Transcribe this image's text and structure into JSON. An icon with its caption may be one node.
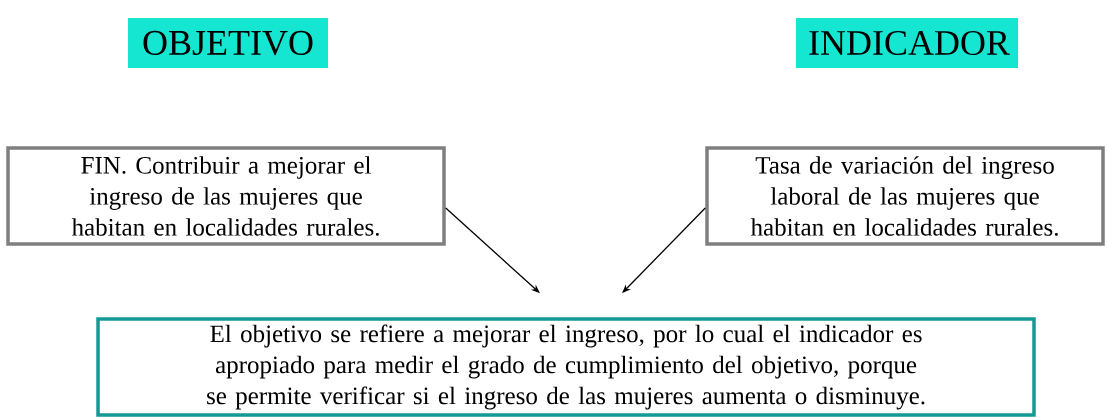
{
  "diagram": {
    "nodes": [
      {
        "text": [
          "OBJETIVO"
        ]
      },
      {
        "text": [
          "INDICADOR"
        ]
      },
      {
        "text": [
          "FIN. Contribuir a mejorar el ingreso de las mujeres que habitan en localidades rurales."
        ]
      },
      {
        "text": [
          "Tasa de variación del ingreso laboral de las mujeres que habitan en localidades rurales."
        ]
      },
      {
        "text": [
          "El objetivo se refiere a mejorar el ingreso, por lo cual el indicador es apropiado para medir el grado de cumplimiento del objetivo, porque se permite verificar si el ingreso de las mujeres aumenta o disminuye."
        ]
      }
    ],
    "edges": [
      {
        "from": 2,
        "to": 4,
        "arrow": "to"
      },
      {
        "from": 3,
        "to": 4,
        "arrow": "to"
      }
    ]
  }
}
